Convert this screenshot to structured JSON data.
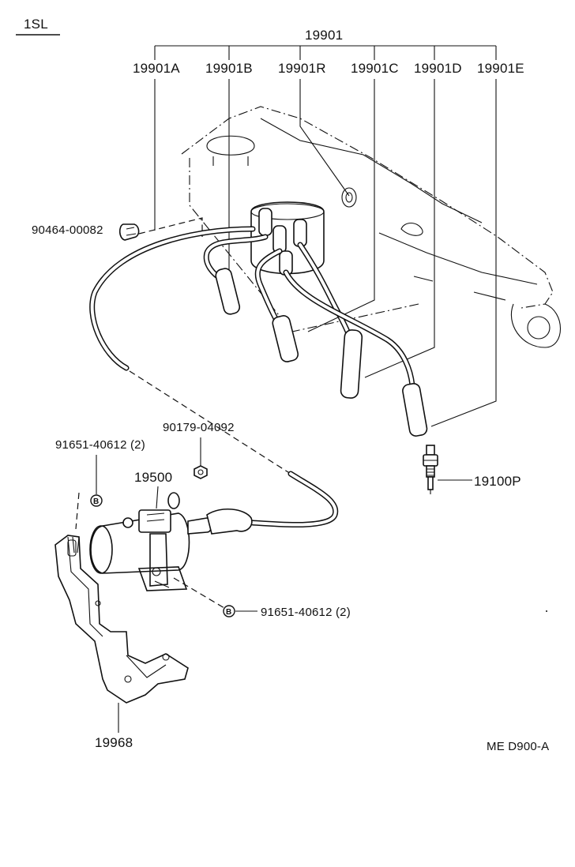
{
  "header": {
    "variant": "1SL"
  },
  "callouts": {
    "harness": "19901",
    "wire_a": "19901A",
    "wire_b": "19901B",
    "wire_r": "19901R",
    "wire_c": "19901C",
    "wire_d": "19901D",
    "wire_e": "19901E",
    "clamp": "90464-00082",
    "nut": "90179-04092",
    "bolt_upper": "91651-40612 (2)",
    "coil": "19500",
    "spark_plug": "19100P",
    "bolt_lower": "91651-40612 (2)",
    "bracket": "19968",
    "bolt_marker": "B"
  },
  "footer": {
    "drawing_code": "ME D900-A"
  }
}
